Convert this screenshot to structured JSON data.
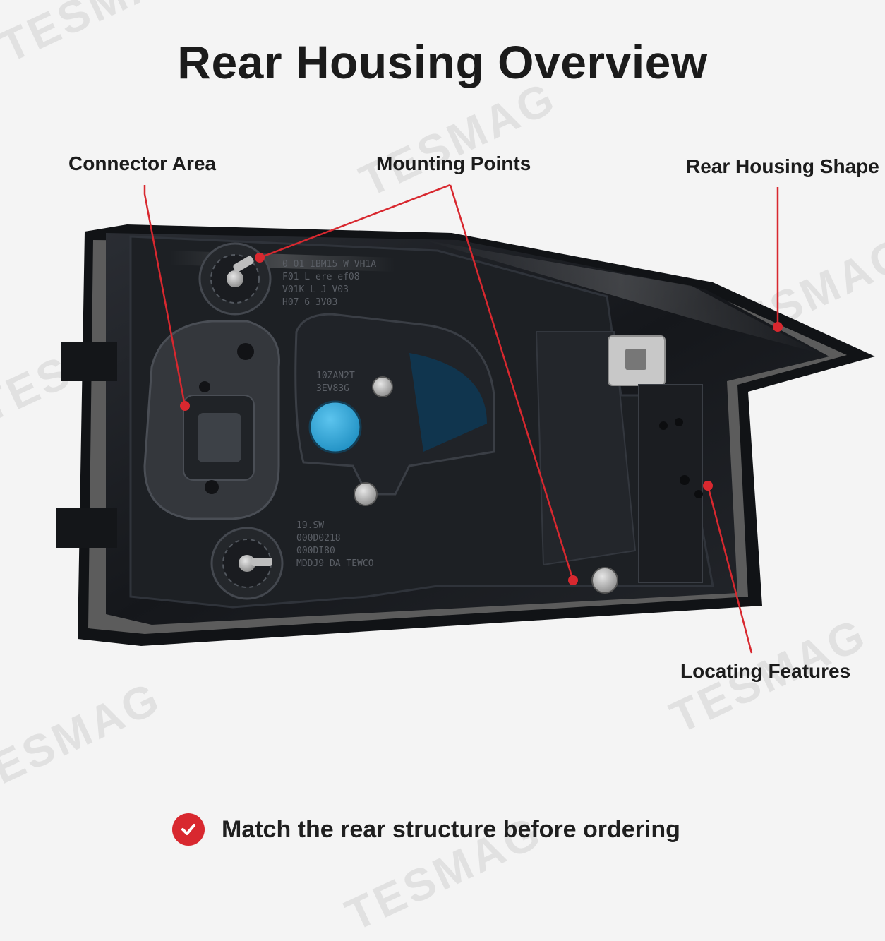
{
  "title": "Rear Housing Overview",
  "callouts": {
    "connector_area": "Connector Area",
    "mounting_points": "Mounting Points",
    "rear_housing_shape": "Rear Housing Shape",
    "locating_features": "Locating Features"
  },
  "watermark": "TESMAG",
  "footer": {
    "text": "Match the rear structure before ordering",
    "icon": "check-circle-icon"
  },
  "colors": {
    "accent": "#d8282f",
    "housing": "#1a1c20",
    "cap": "#2ea7db"
  },
  "housing_markings": {
    "block_a": [
      "0 01 IBM15 W VH1A",
      "F01 L ere ef08",
      "V01K L J V03",
      "H07 6 3V03"
    ],
    "block_b": [
      "10ZAN2T",
      "3EV83G"
    ],
    "block_c": [
      "19.SW",
      "000D0218",
      "000DI80",
      "MDDJ9 DA TEWCO"
    ]
  }
}
